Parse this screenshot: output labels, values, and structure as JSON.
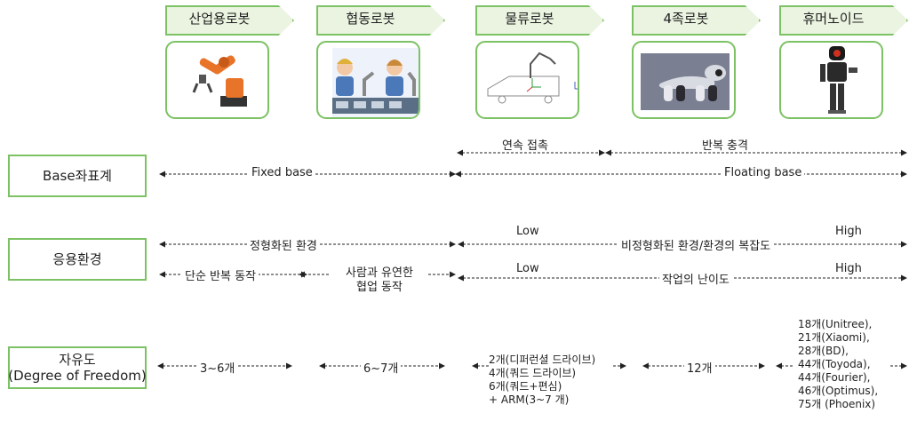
{
  "robots": [
    {
      "name": "산업용로봇",
      "icon": "industrial-robot-arm-icon"
    },
    {
      "name": "협동로봇",
      "icon": "collaborative-robot-workers-icon"
    },
    {
      "name": "물류로봇",
      "icon": "logistics-robot-schematic-icon"
    },
    {
      "name": "4족로봇",
      "icon": "quadruped-robot-icon"
    },
    {
      "name": "휴머노이드",
      "icon": "humanoid-robot-icon"
    }
  ],
  "rows": {
    "base": {
      "title": "Base좌표계",
      "contact": "연속 접촉",
      "impact": "반복 충격",
      "fixed": "Fixed base",
      "floating": "Floating base"
    },
    "env": {
      "title": "응용환경",
      "structured": "정형화된 환경",
      "low1": "Low",
      "unstructured": "비정형화된 환경/환경의 복잡도",
      "high1": "High",
      "repeat": "단순 반복 동작",
      "collab": "사람과 유연한\n협업 동작",
      "low2": "Low",
      "difficulty": "작업의 난이도",
      "high2": "High"
    },
    "dof": {
      "title": "자유도\n(Degree of Freedom)",
      "industrial": "3~6개",
      "cobot": "6~7개",
      "logistics": "2개(디퍼런셜 드라이브)\n4개(쿼드 드라이브)\n6개(쿼드+편심)\n+ ARM(3~7 개)",
      "quadruped": "12개",
      "humanoid": "18개(Unitree),\n21개(Xiaomi),\n28개(BD),\n44개(Toyoda),\n44개(Fourier),\n46개(Optimus),\n75개 (Phoenix)"
    }
  },
  "colors": {
    "accent": "#7cc264",
    "chevron_fill": "#eaf4e0",
    "robot_orange": "#e8742a"
  }
}
